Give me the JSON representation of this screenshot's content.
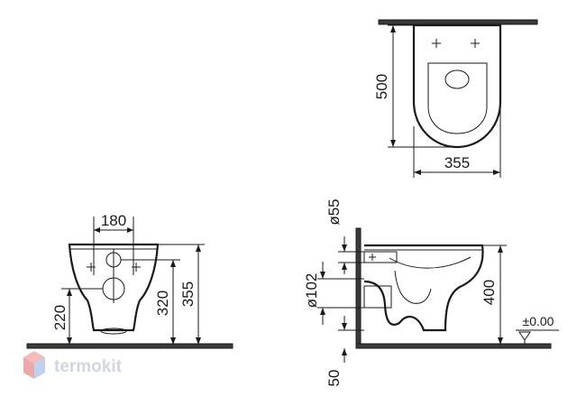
{
  "dimensions": {
    "top_depth": "500",
    "top_width": "355",
    "front_hole_spacing": "180",
    "front_lower_hole": "220",
    "front_upper_hole": "320",
    "front_height": "355",
    "side_pipe_diameter": "ø55",
    "side_outlet_diameter": "ø102",
    "side_height": "400",
    "side_floor_offset": "50",
    "floor_level": "±0.00"
  },
  "watermark": {
    "brand": "termokit",
    "colors": [
      "#f2a4a4",
      "#a9c3ea"
    ]
  }
}
